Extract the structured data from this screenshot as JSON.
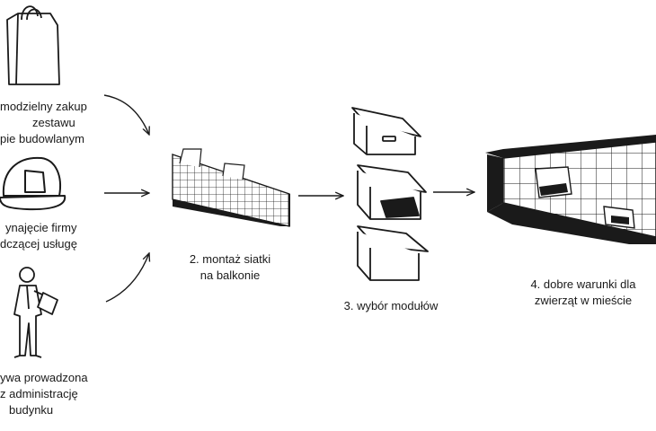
{
  "steps": {
    "step1_options": [
      {
        "lines": [
          "modzielny zakup",
          "zestawu",
          "pie budowlanym"
        ]
      },
      {
        "lines": [
          "ynajęcie firmy",
          "dczącej usługę"
        ]
      },
      {
        "lines": [
          "ywa prowadzona",
          "z administrację",
          "budynku"
        ]
      }
    ],
    "step2": {
      "lines": [
        "2. montaż siatki",
        "na balkonie"
      ]
    },
    "step3": {
      "lines": [
        "3. wybór modułów"
      ]
    },
    "step4": {
      "lines": [
        "4. dobre warunki dla",
        "zwierząt w mieście"
      ]
    }
  },
  "colors": {
    "ink": "#1a1a1a",
    "paper": "#ffffff"
  },
  "icons": [
    "shopping-bag-icon",
    "hard-hat-icon",
    "worker-with-clipboard-icon",
    "balcony-net-icon",
    "nest-module-icon",
    "building-facade-icon"
  ]
}
